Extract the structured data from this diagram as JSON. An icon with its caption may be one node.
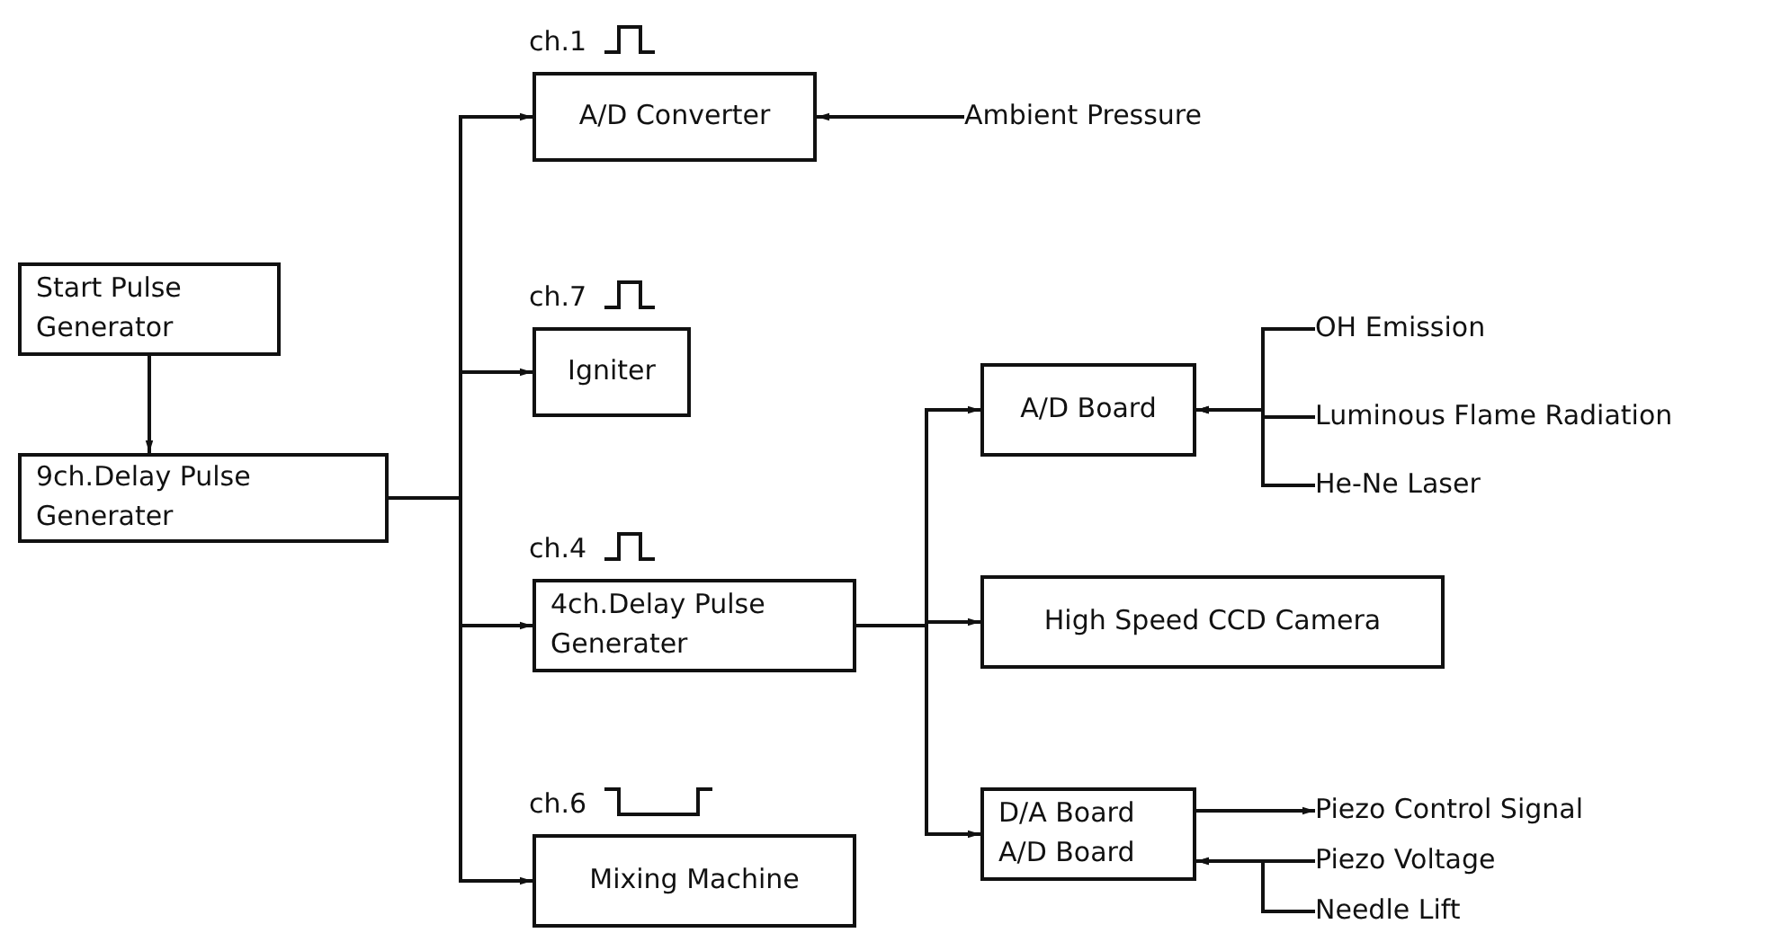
{
  "diagram": {
    "nodes": [
      {
        "text": [
          "Start Pulse Generator"
        ]
      },
      {
        "text": [
          "9ch.Delay Pulse Generater"
        ]
      },
      {
        "text": [
          "A/D Converter"
        ],
        "beside": [
          "ch.1"
        ]
      },
      {
        "text": [
          "Igniter"
        ],
        "beside": [
          "ch.7"
        ]
      },
      {
        "text": [
          "4ch.Delay Pulse Generater"
        ],
        "beside": [
          "ch.4"
        ]
      },
      {
        "text": [
          "Mixing Machine"
        ],
        "beside": [
          "ch.6"
        ]
      },
      {
        "text": [
          "Ambient Pressure"
        ]
      },
      {
        "text": [
          "A/D Board"
        ]
      },
      {
        "text": [
          "High Speed CCD Camera"
        ]
      },
      {
        "text": [
          "D/A Board",
          "A/D Board"
        ]
      },
      {
        "text": [
          "OH Emission"
        ]
      },
      {
        "text": [
          "Luminous Flame Radiation"
        ]
      },
      {
        "text": [
          "He-Ne Laser"
        ]
      },
      {
        "text": [
          "Piezo Control Signal"
        ]
      },
      {
        "text": [
          "Piezo Voltage"
        ]
      },
      {
        "text": [
          "Needle Lift"
        ]
      }
    ],
    "edges": [
      {
        "from": 0,
        "to": 1,
        "arrow": "to"
      },
      {
        "from": 1,
        "to": 2,
        "arrow": "to"
      },
      {
        "from": 1,
        "to": 3,
        "arrow": "to"
      },
      {
        "from": 1,
        "to": 4,
        "arrow": "to"
      },
      {
        "from": 1,
        "to": 5,
        "arrow": "to"
      },
      {
        "from": 6,
        "to": 2,
        "arrow": "to"
      },
      {
        "from": 4,
        "to": 7,
        "arrow": "to"
      },
      {
        "from": 4,
        "to": 8,
        "arrow": "to"
      },
      {
        "from": 4,
        "to": 9,
        "arrow": "to"
      },
      {
        "from": 10,
        "to": 7,
        "arrow": "to"
      },
      {
        "from": 11,
        "to": 7,
        "arrow": "to"
      },
      {
        "from": 12,
        "to": 7,
        "arrow": "to"
      },
      {
        "from": 9,
        "to": 13,
        "arrow": "to"
      },
      {
        "from": 14,
        "to": 9,
        "arrow": "to"
      },
      {
        "from": 15,
        "to": 9,
        "arrow": "to"
      }
    ]
  }
}
